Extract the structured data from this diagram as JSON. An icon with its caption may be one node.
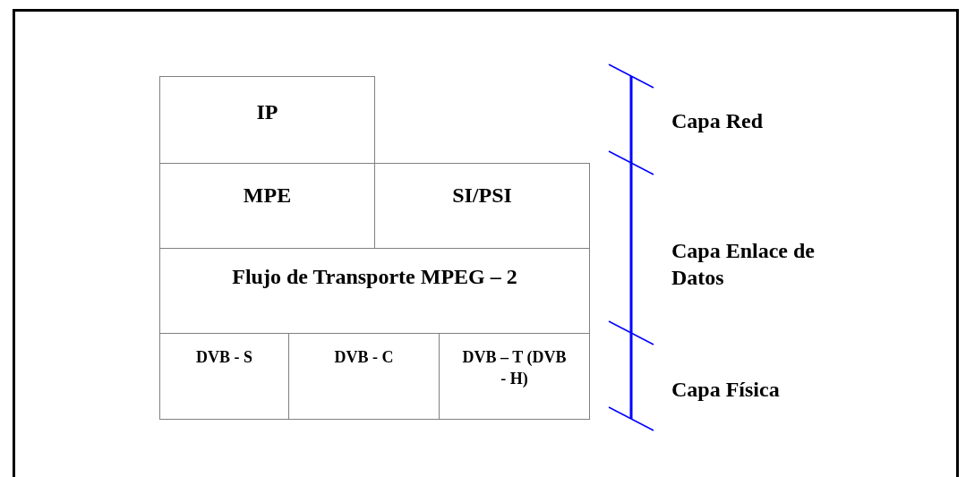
{
  "diagram": {
    "nodes": [
      {
        "text": [
          "IP"
        ]
      },
      {
        "text": [
          "MPE"
        ]
      },
      {
        "text": [
          "SI/PSI"
        ]
      },
      {
        "text": [
          "Flujo de Transporte MPEG – 2"
        ]
      },
      {
        "text": [
          "DVB - S"
        ]
      },
      {
        "text": [
          "DVB - C"
        ]
      },
      {
        "text": [
          "DVB – T (DVB - H)"
        ]
      }
    ],
    "edges": [],
    "labels": [
      "Capa Red",
      "Capa Enlace de Datos",
      "Capa Física"
    ]
  }
}
